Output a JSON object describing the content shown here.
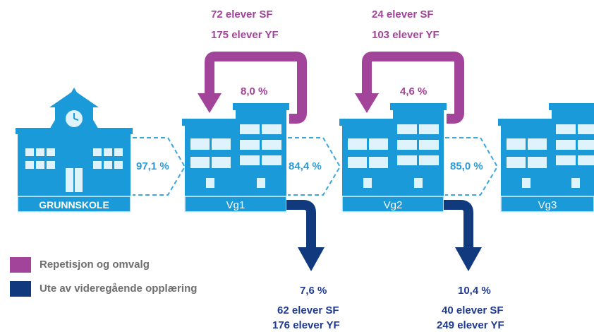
{
  "colors": {
    "building": "#1a9ad9",
    "building_light": "#dff3fc",
    "dashed_arrow": "#3aa7dd",
    "repeat": "#a2449a",
    "dropout": "#11397d"
  },
  "buildings": {
    "school": "GRUNNSKOLE",
    "vg1": "Vg1",
    "vg2": "Vg2",
    "vg3": "Vg3"
  },
  "transitions": {
    "to_vg1": "97,1 %",
    "to_vg2": "84,4 %",
    "to_vg3": "85,0 %"
  },
  "repeat": {
    "vg1": {
      "pct": "8,0  %",
      "sf": "72  elever SF",
      "yf": "175  elever YF"
    },
    "vg2": {
      "pct": "4,6  %",
      "sf": "24  elever SF",
      "yf": "103  elever YF"
    }
  },
  "dropout": {
    "vg1": {
      "pct": "7,6  %",
      "sf": "62 elever SF",
      "yf": "176 elever YF"
    },
    "vg2": {
      "pct": "10,4  %",
      "sf": "40 elever SF",
      "yf": "249 elever YF"
    }
  },
  "legend": {
    "repeat_label": "Repetisjon og omvalg",
    "dropout_label": "Ute av videregående opplæring"
  }
}
